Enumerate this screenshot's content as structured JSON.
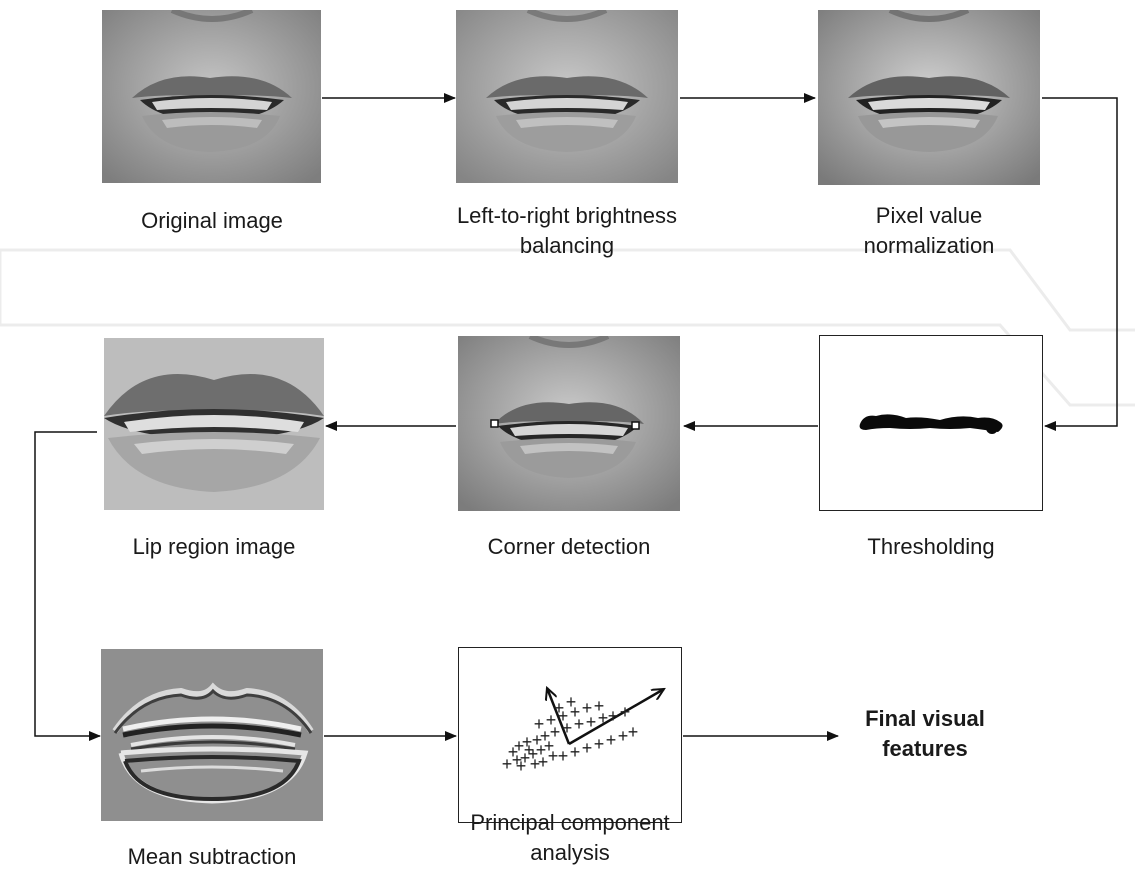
{
  "nodes": {
    "original": {
      "label": "Original image"
    },
    "balancing": {
      "label": "Left-to-right brightness\nbalancing"
    },
    "normalization": {
      "label": "Pixel value\nnormalization"
    },
    "thresholding": {
      "label": "Thresholding"
    },
    "corner": {
      "label": "Corner detection"
    },
    "lip_region": {
      "label": "Lip region image"
    },
    "mean_sub": {
      "label": "Mean subtraction"
    },
    "pca": {
      "label": "Principal component\nanalysis"
    },
    "final": {
      "label": "Final visual\nfeatures"
    }
  },
  "pca_marker": "+",
  "colors": {
    "line": "#111111",
    "skin_light": "#c9c9c9",
    "skin_dark": "#8a8a8a",
    "lip": "#6e6e6e",
    "teeth": "#d8d8d8",
    "mouth_gap": "#2a2a2a",
    "mean_bg": "#8c8c8c",
    "watermark": "#e8e8e8"
  }
}
